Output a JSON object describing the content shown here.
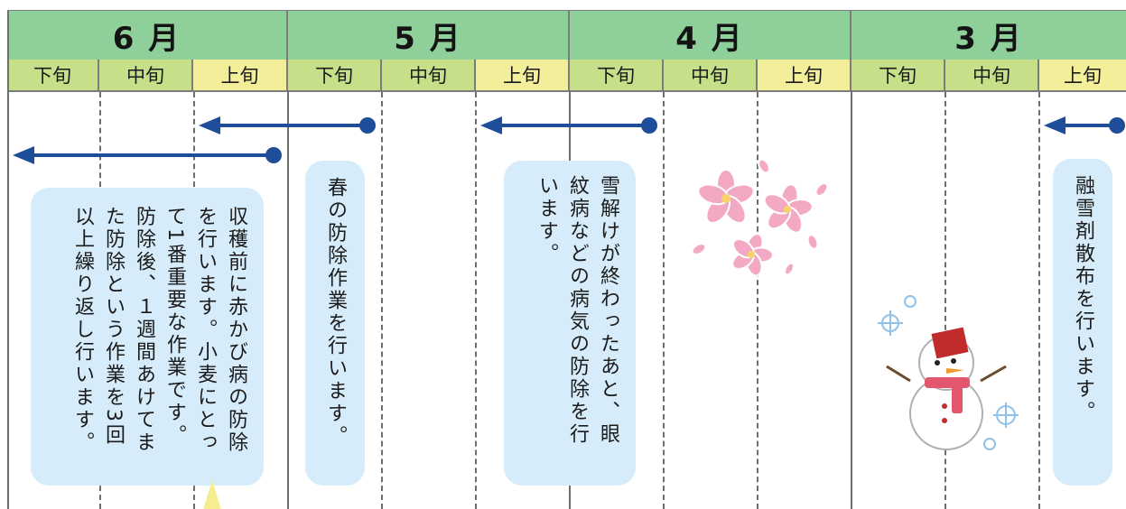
{
  "months": [
    {
      "label": "6 月",
      "thirds": [
        "下旬",
        "中旬",
        "上旬"
      ]
    },
    {
      "label": "5 月",
      "thirds": [
        "下旬",
        "中旬",
        "上旬"
      ]
    },
    {
      "label": "4 月",
      "thirds": [
        "下旬",
        "中旬",
        "上旬"
      ]
    },
    {
      "label": "3 月",
      "thirds": [
        "下旬",
        "中旬",
        "上旬"
      ]
    }
  ],
  "notes": {
    "june": "収穫前に赤かび病の防除\nを行います。小麦にとっ\nて1番重要な作業です。\n防除後、１週間あけてま\nた防除という作業を3回\n以上繰り返し行います。",
    "may": "春の防除作業を行います。",
    "april": "雪解けが終わったあと、眼\n紋病などの病気の防除を行\nいます。",
    "march": "融雪剤散布を行います。"
  },
  "illustrations": {
    "april": "cherry-blossom",
    "march": "snowman"
  },
  "colors": {
    "month_header": "#8ecf9a",
    "third_late_mid": "#c6e08a",
    "third_early": "#f2ee9a",
    "arrow": "#1e4e9a",
    "bubble": "#d7ecfa"
  }
}
